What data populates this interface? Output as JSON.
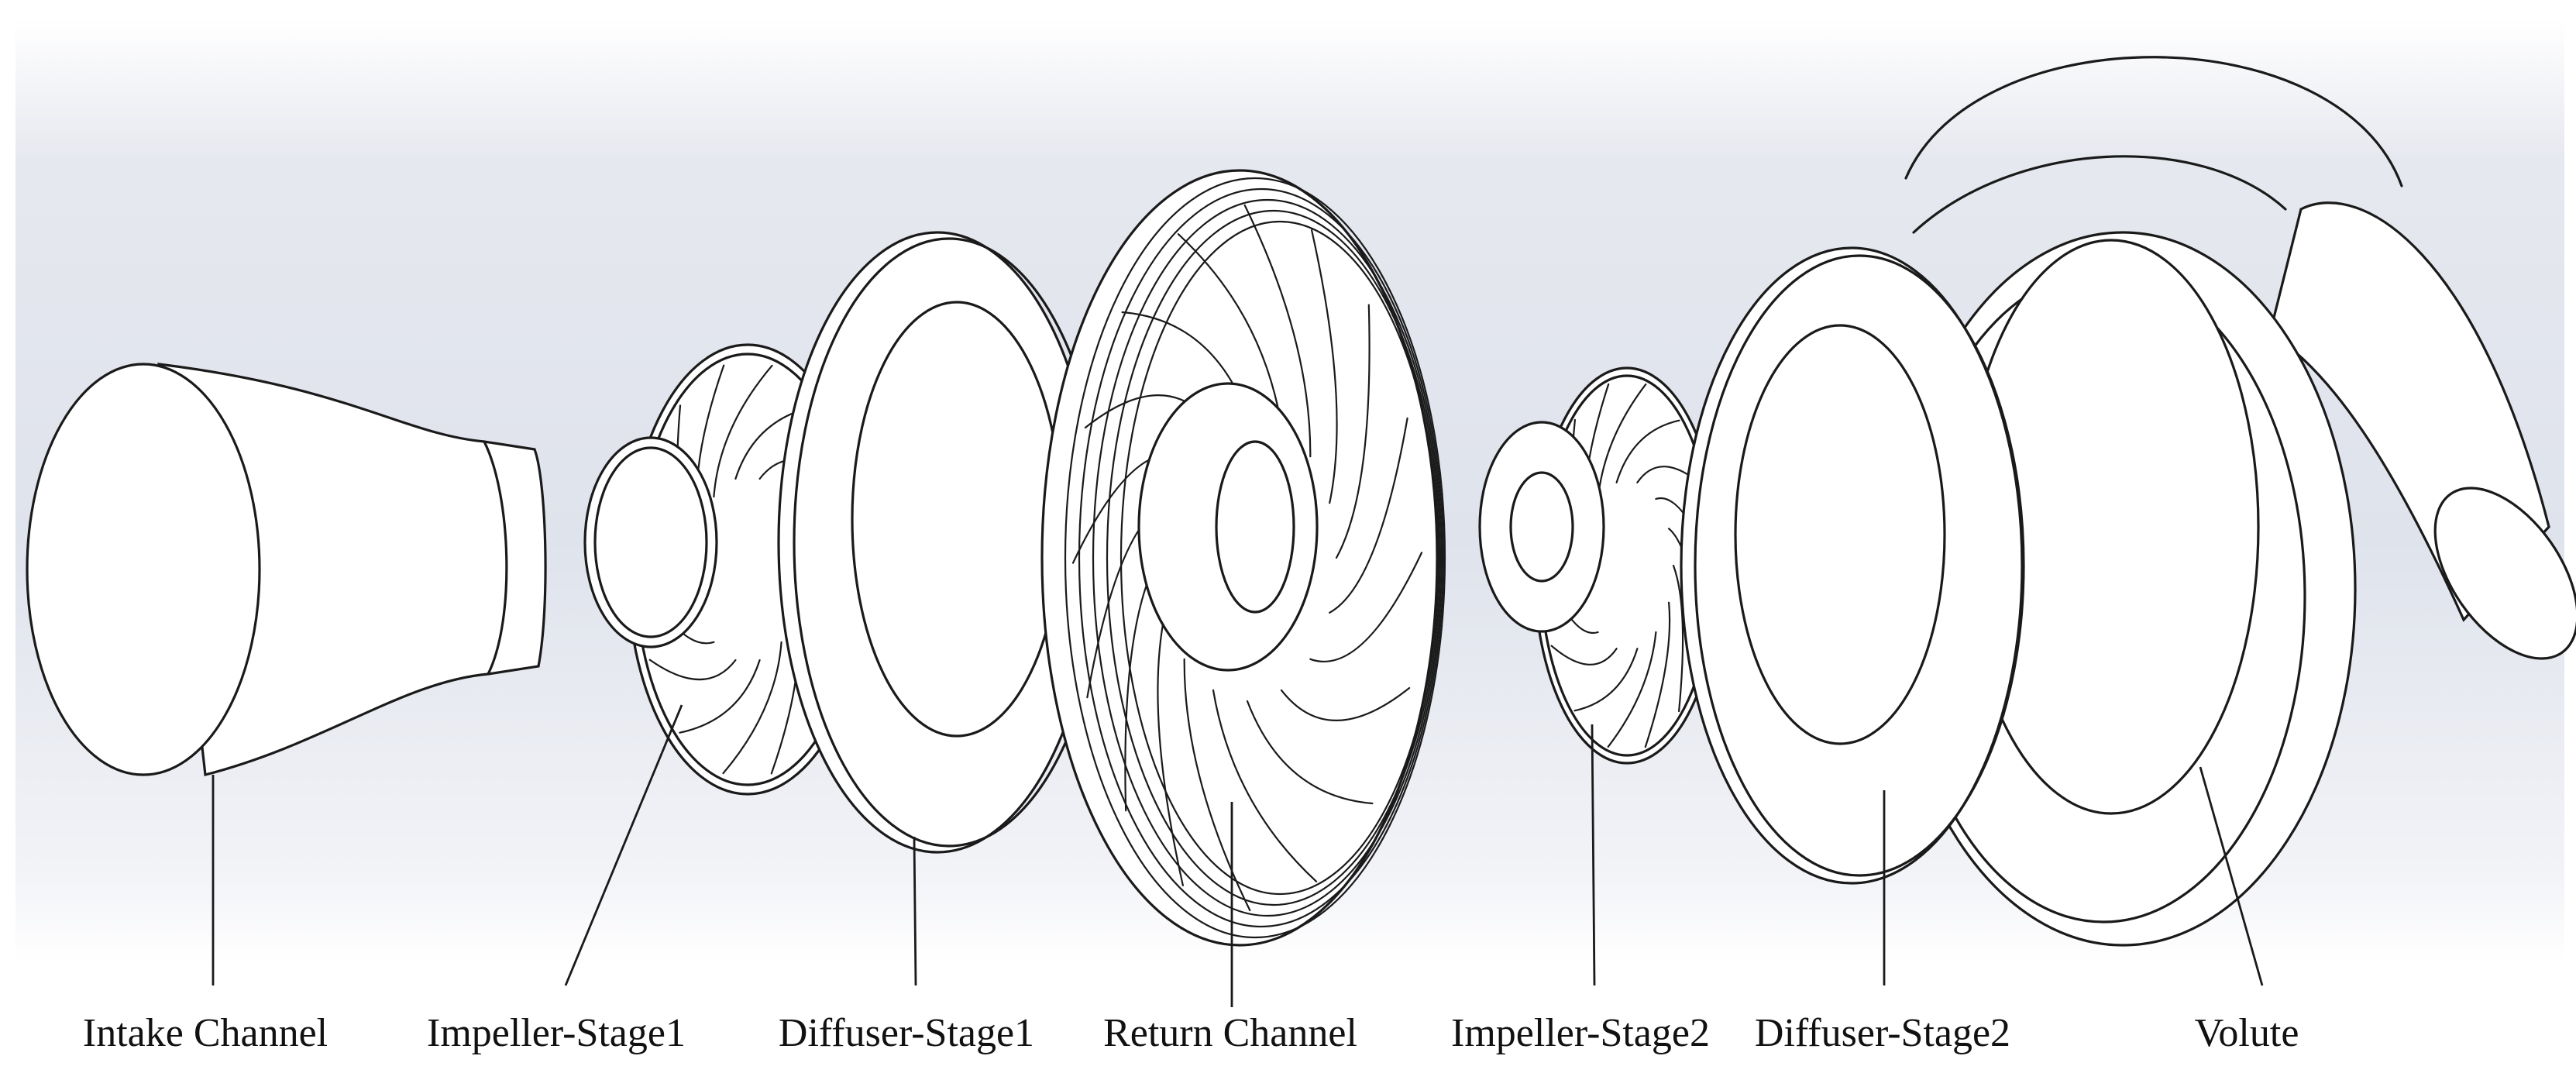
{
  "diagram": {
    "background_gradient": [
      "#ffffff",
      "#dfe3ec"
    ],
    "line_color": "#1a1a1a",
    "components": [
      {
        "id": "intake",
        "label": "Intake Channel"
      },
      {
        "id": "impeller1",
        "label": "Impeller-Stage1"
      },
      {
        "id": "diffuser1",
        "label": "Diffuser-Stage1"
      },
      {
        "id": "return",
        "label": "Return Channel"
      },
      {
        "id": "impeller2",
        "label": "Impeller-Stage2"
      },
      {
        "id": "diffuser2",
        "label": "Diffuser-Stage2"
      },
      {
        "id": "volute",
        "label": "Volute"
      }
    ]
  }
}
